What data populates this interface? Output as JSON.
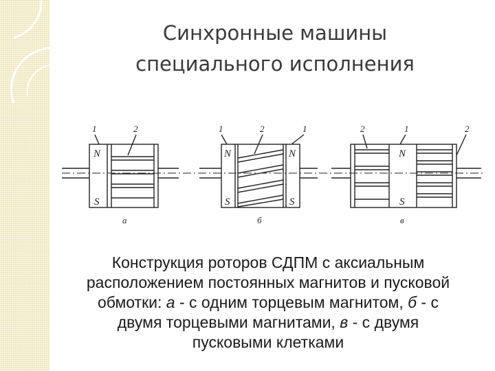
{
  "title": {
    "line1": "Синхронные машины",
    "line2": "специального исполнения"
  },
  "figure": {
    "panels": [
      {
        "letter": "а",
        "callouts": [
          "1",
          "2"
        ],
        "poles": [
          "N",
          "S"
        ]
      },
      {
        "letter": "б",
        "callouts": [
          "1",
          "2",
          "1"
        ],
        "poles": [
          "N",
          "S",
          "N",
          "S"
        ]
      },
      {
        "letter": "в",
        "callouts": [
          "2",
          "1",
          "2"
        ],
        "poles": [
          "N",
          "S"
        ]
      }
    ]
  },
  "caption": {
    "line1": "Конструкция роторов СДПМ с аксиальным",
    "line2": "расположением постоянных магнитов и пусковой",
    "line3_pre": "обмотки: ",
    "line3_a": "а",
    "line3_mid": " - с одним торцевым магнитом, ",
    "line3_b": "б",
    "line3_post": " - с",
    "line4_pre": "двумя торцевыми магнитами, ",
    "line4_v": "в",
    "line4_post": " - с двумя",
    "line5": "пусковыми клетками"
  },
  "colors": {
    "band": "#efe7bf",
    "title": "#3a3a3a",
    "text": "#1a1a1a"
  }
}
